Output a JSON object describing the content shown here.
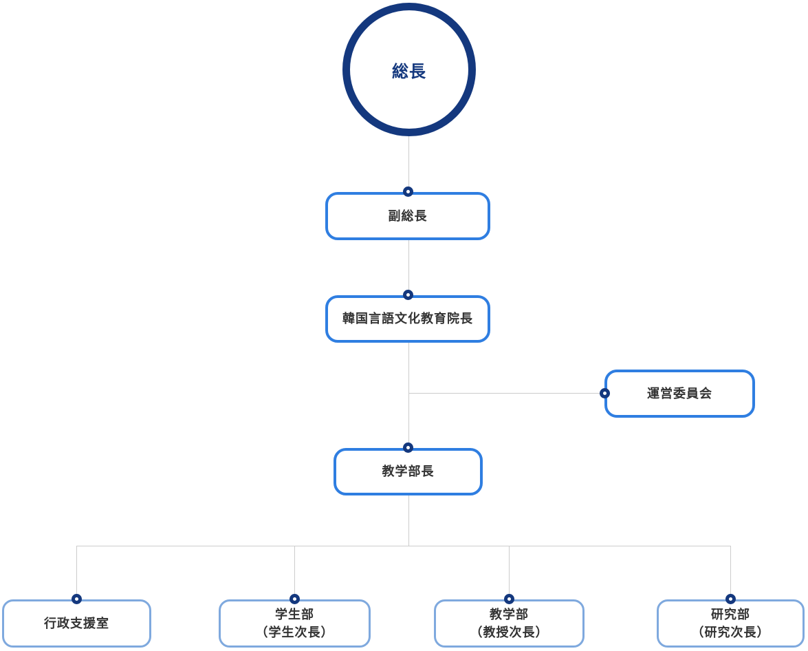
{
  "diagram": {
    "type": "org-chart",
    "nodes": {
      "president": "総長",
      "vice_president": "副総長",
      "institute_director": "韓国言語文化教育院長",
      "steering_committee": "運営委員会",
      "dean_of_academics": "教学部長",
      "admin_support_office": "行政支援室",
      "student_dept": "学生部",
      "student_dept_sub": "（学生次長）",
      "academic_dept": "教学部",
      "academic_dept_sub": "（教授次長）",
      "research_dept": "研究部",
      "research_dept_sub": "（研究次長）"
    },
    "colors": {
      "navy": "#14387e",
      "primary_blue": "#2f7ee1",
      "soft_blue": "#7fa9de",
      "connector_gray": "#cccccc",
      "label_dark": "#333333",
      "background": "#ffffff"
    }
  }
}
